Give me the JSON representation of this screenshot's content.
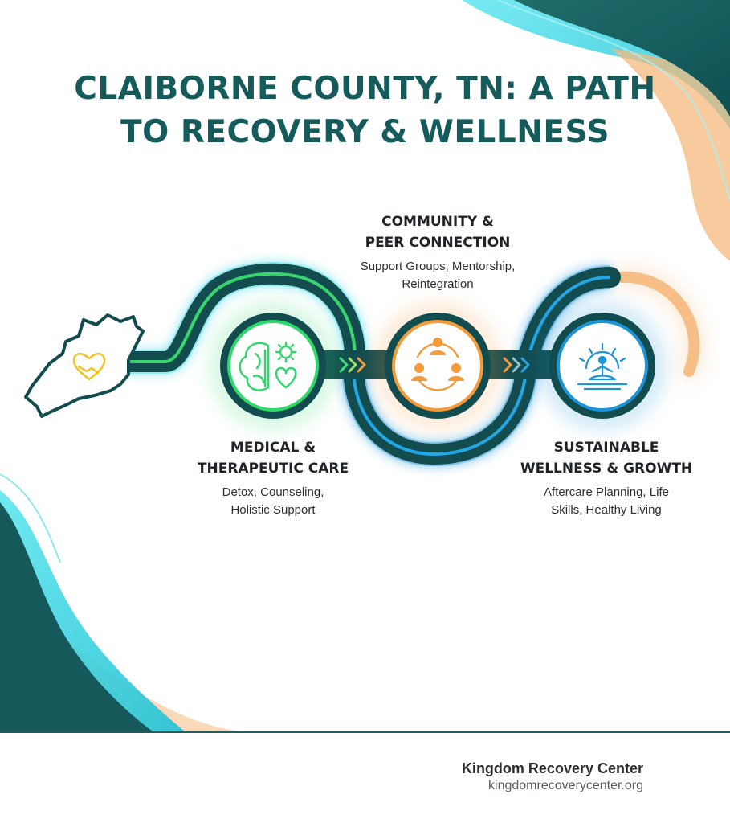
{
  "title": {
    "line1": "CLAIBORNE COUNTY, TN: A PATH",
    "line2": "TO RECOVERY & WELLNESS"
  },
  "colors": {
    "teal_dark": "#155b5c",
    "teal_light": "#36d3e3",
    "peach": "#f6b97d",
    "green": "#2fd86a",
    "orange": "#f39a3b",
    "blue": "#1e94d8",
    "gold": "#f2c21b"
  },
  "stages": [
    {
      "id": "medical",
      "heading_line1": "MEDICAL &",
      "heading_line2": "THERAPEUTIC CARE",
      "desc_line1": "Detox, Counseling,",
      "desc_line2": "Holistic Support",
      "icon": "brain-gear-heart-icon",
      "color": "#2fd86a"
    },
    {
      "id": "community",
      "heading_line1": "COMMUNITY &",
      "heading_line2": "PEER CONNECTION",
      "desc_line1": "Support Groups, Mentorship,",
      "desc_line2": "Reintegration",
      "icon": "people-circle-icon",
      "color": "#f39a3b"
    },
    {
      "id": "wellness",
      "heading_line1": "SUSTAINABLE",
      "heading_line2": "WELLNESS & GROWTH",
      "desc_line1": "Aftercare Planning, Life",
      "desc_line2": "Skills, Healthy Living",
      "icon": "meditation-sunrise-icon",
      "color": "#1e94d8"
    }
  ],
  "map_icon": "county-map-handshake-heart-icon",
  "footer": {
    "org_name": "Kingdom Recovery Center",
    "url": "kingdomrecoverycenter.org"
  }
}
